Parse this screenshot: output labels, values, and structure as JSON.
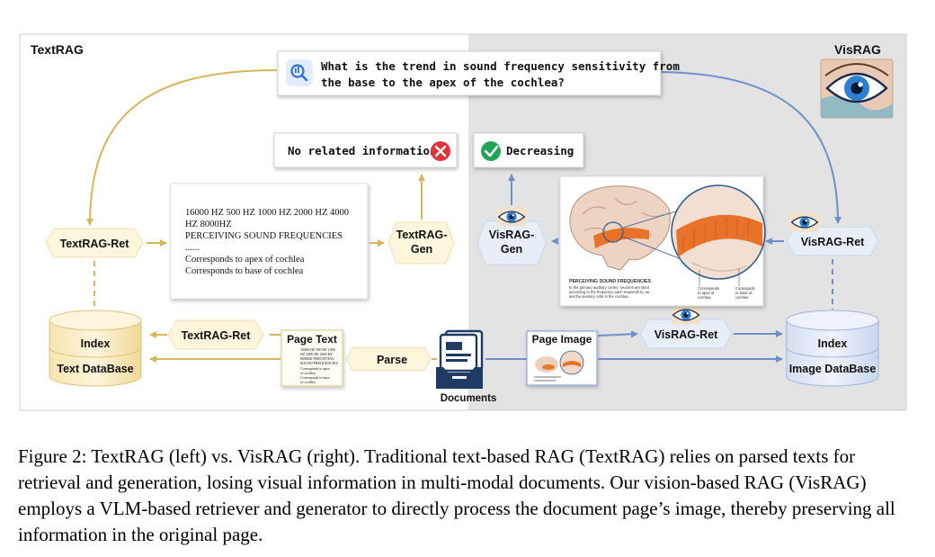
{
  "sections": {
    "left_title": "TextRAG",
    "right_title": "VisRAG"
  },
  "query": {
    "line1": "What is the trend in sound frequency sensitivity from",
    "line2": "the base to the apex of the cochlea?"
  },
  "answers": {
    "textrag": "No related information",
    "visrag": "Decreasing"
  },
  "nodes": {
    "textrag_ret": "TextRAG-Ret",
    "textrag_gen_1": "TextRAG-",
    "textrag_gen_2": "Gen",
    "visrag_gen_1": "VisRAG-",
    "visrag_gen_2": "Gen",
    "visrag_ret": "VisRAG-Ret",
    "textrag_ret_bottom": "TextRAG-Ret",
    "visrag_ret_bottom": "VisRAG-Ret",
    "parse": "Parse",
    "page_text": "Page Text",
    "page_image": "Page Image",
    "documents": "Documents"
  },
  "databases": {
    "text": {
      "index": "Index",
      "name": "Text DataBase"
    },
    "image": {
      "index": "Index",
      "name": "Image DataBase"
    }
  },
  "parsed_text": [
    "16000 HZ 500 HZ 1000 HZ 2000 HZ 4000",
    "HZ 8000HZ",
    "PERCEIVING SOUND FREQUENCIES",
    "......",
    "Corresponds to apex of cochlea",
    "Corresponds to base of cochlea"
  ],
  "page_text_mini": [
    "16000 HZ 500 HZ 1000",
    "HZ 2000 HZ 4000 HZ",
    "8000HZ PERCEIVING",
    "SOUND FREQUENCIES",
    "Corresponds to apex",
    "of cochlea",
    "Corresponds to base",
    "of cochlea"
  ],
  "figure_text": {
    "title": "PERCEIVING SOUND FREQUENCIES",
    "body1": "In the primary auditory cortex, neurons are sited",
    "body2": "according to the frequency each responds to, as",
    "body3": "are the sensory cells in the cochlea.",
    "apex1": "Corresponds",
    "apex2": "to apex of",
    "apex3": "cochlea",
    "base1": "Correspods",
    "base2": "to base of",
    "base3": "cochlea"
  },
  "caption": "Figure 2:  TextRAG (left) vs.  VisRAG (right).  Traditional text-based RAG (TextRAG) relies on parsed texts for retrieval and generation, losing visual information in multi-modal documents. Our vision-based RAG (VisRAG) employs a VLM-based retriever and generator to directly process the document page’s image, thereby preserving all information in the original page.",
  "colors": {
    "text_arrow": "#d8b45a",
    "vis_arrow": "#6e8fc8",
    "node_fill": "#fdf5dc",
    "vis_node_fill": "#e8eef8",
    "right_bg": "#e3e3e3"
  }
}
